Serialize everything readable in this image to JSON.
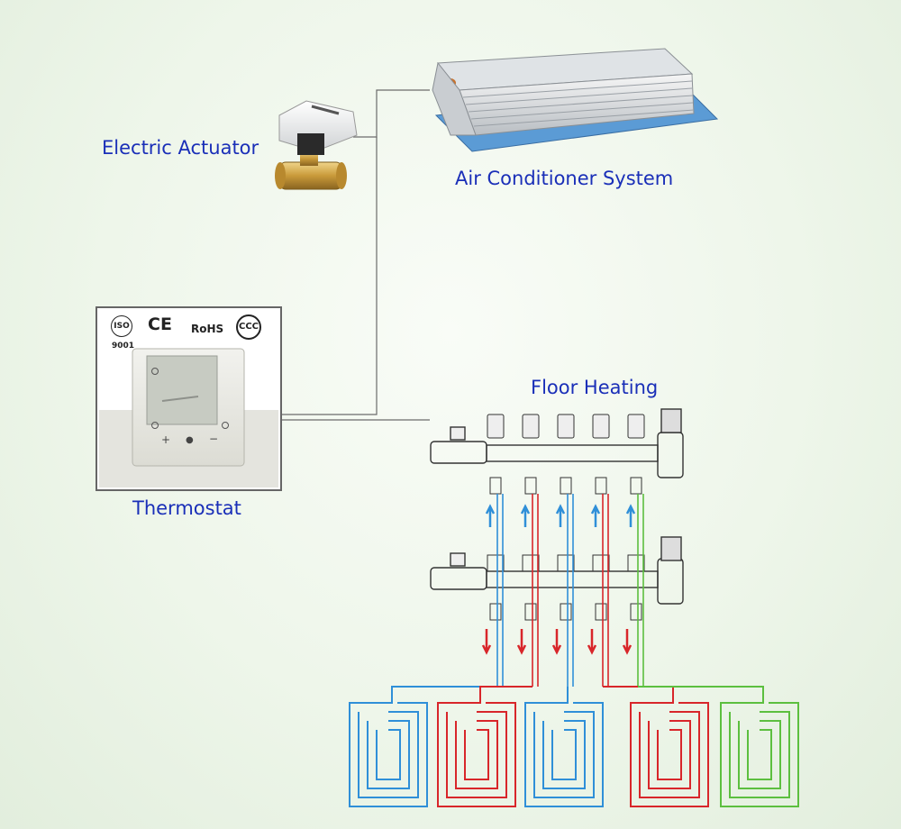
{
  "labels": {
    "electric_actuator": "Electric Actuator",
    "air_conditioner": "Air Conditioner System",
    "floor_heating": "Floor Heating",
    "thermostat": "Thermostat"
  },
  "certifications": [
    "ISO 9001",
    "CE",
    "RoHS",
    "CCC"
  ],
  "thermostat_buttons": [
    "+",
    "●",
    "−"
  ],
  "colors": {
    "label": "#1a2fb8",
    "wire": "#6b6b6b",
    "supply_blue": "#2f8fd8",
    "return_red": "#d8262a",
    "green_loop": "#5cbf3f",
    "manifold": "#333333"
  }
}
